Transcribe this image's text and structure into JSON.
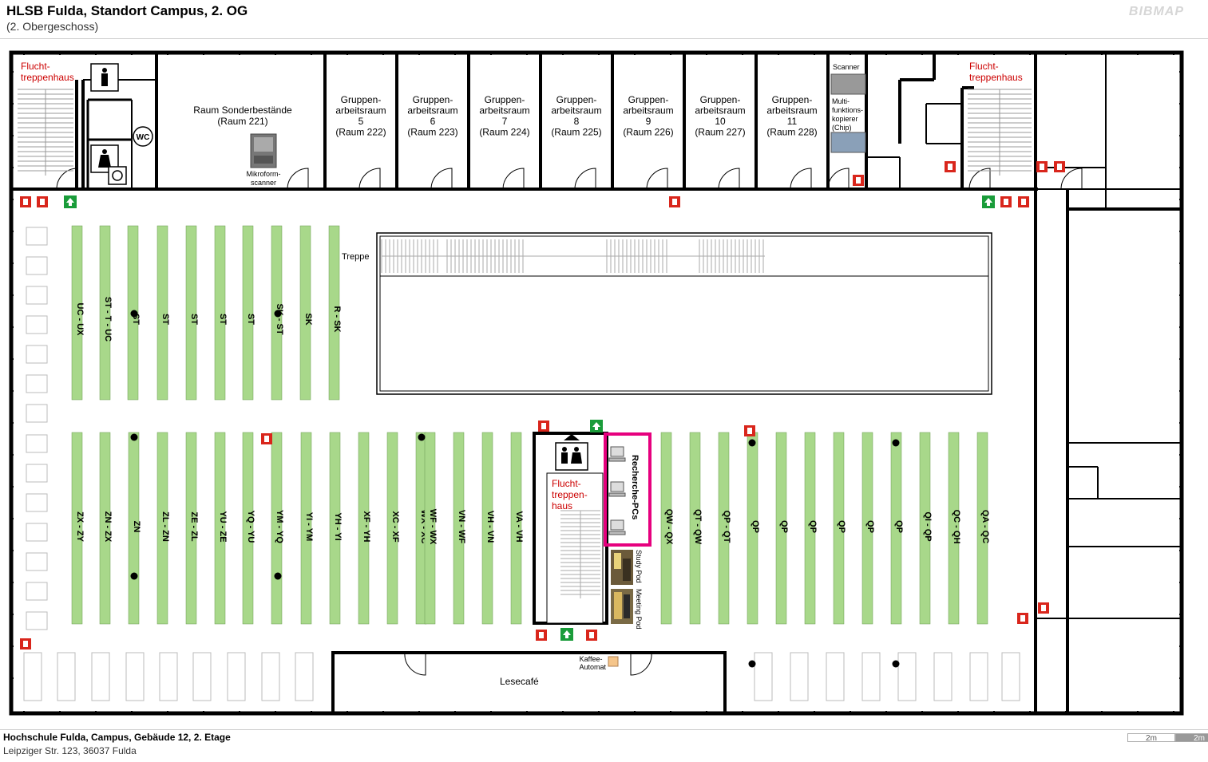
{
  "header": {
    "title": "HLSB Fulda, Standort Campus, 2. OG",
    "subtitle": "(2. Obergeschoss)",
    "brand": "BIBMAP"
  },
  "footer": {
    "title": "Hochschule Fulda, Campus, Gebäude 12, 2. Etage",
    "address": "Leipziger Str. 123, 36037 Fulda",
    "scale_left": "2m",
    "scale_right": "2m"
  },
  "colors": {
    "shelf": "#a8d88a",
    "wall": "#000000",
    "escape": "#cc0000",
    "highlight": "#e6007e",
    "exit": "#1a9c3a",
    "fire": "#d9261c"
  },
  "rooms": {
    "escape_stair_left": [
      "Flucht-",
      "treppenhaus"
    ],
    "escape_stair_right": [
      "Flucht-",
      "treppenhaus"
    ],
    "escape_stair_center": [
      "Flucht-",
      "treppen-",
      "haus"
    ],
    "sonder": [
      "Raum Sonderbestände",
      "(Raum 221)"
    ],
    "microform": [
      "Mikroform-",
      "scanner"
    ],
    "wc": "WC",
    "group_rooms": [
      [
        "Gruppen-",
        "arbeitsraum",
        "5",
        "(Raum 222)"
      ],
      [
        "Gruppen-",
        "arbeitsraum",
        "6",
        "(Raum 223)"
      ],
      [
        "Gruppen-",
        "arbeitsraum",
        "7",
        "(Raum 224)"
      ],
      [
        "Gruppen-",
        "arbeitsraum",
        "8",
        "(Raum 225)"
      ],
      [
        "Gruppen-",
        "arbeitsraum",
        "9",
        "(Raum 226)"
      ],
      [
        "Gruppen-",
        "arbeitsraum",
        "10",
        "(Raum 227)"
      ],
      [
        "Gruppen-",
        "arbeitsraum",
        "11",
        "(Raum 228)"
      ]
    ],
    "scanner": "Scanner",
    "copier": [
      "Multi-",
      "funktions-",
      "kopierer",
      "(Chip)"
    ],
    "treppe": "Treppe",
    "recherche": "Recherche-PCs",
    "study_pod": "Study Pod",
    "meeting_pod": "Meeting Pod",
    "kaffee": [
      "Kaffee-",
      "Automat"
    ],
    "lesecafe": "Lesecafé"
  },
  "shelves_top": [
    "UC - UX",
    "ST - T - UC",
    "ST",
    "ST",
    "ST",
    "ST",
    "ST",
    "SK - ST",
    "SK",
    "R - SK"
  ],
  "shelves_bottom_left": [
    "ZX - ZY",
    "ZN - ZX",
    "ZN",
    "ZL - ZN",
    "ZE - ZL",
    "YU - ZE",
    "YQ - YU",
    "YM - YQ",
    "YI - YM",
    "YH - YI",
    "XF - YH",
    "XC - XF",
    "WX - XC",
    "WF - WX",
    "VN - WF",
    "VH - VN",
    "VA - VH"
  ],
  "shelves_bottom_right": [
    "QW - QX",
    "QT - QW",
    "QP - QT",
    "QP",
    "QP",
    "QP",
    "QP",
    "QP",
    "QP",
    "QI - QP",
    "QC - QH",
    "QA - QC"
  ]
}
